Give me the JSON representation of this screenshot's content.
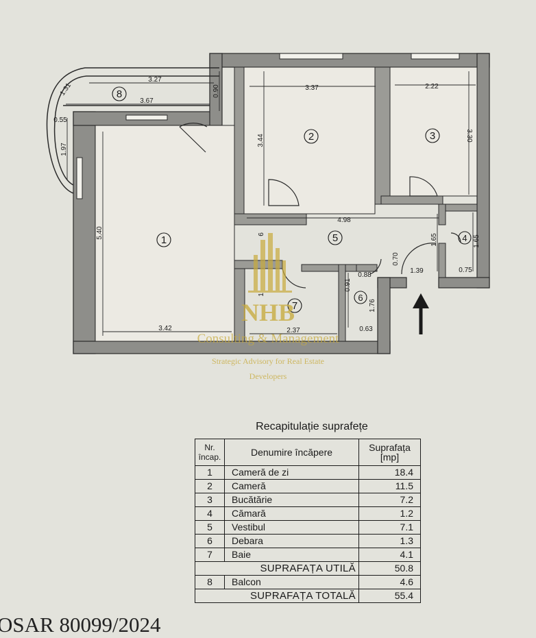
{
  "plan": {
    "rooms": [
      {
        "number": "1"
      },
      {
        "number": "2"
      },
      {
        "number": "3"
      },
      {
        "number": "4"
      },
      {
        "number": "5"
      },
      {
        "number": "6"
      },
      {
        "number": "7"
      },
      {
        "number": "8"
      }
    ],
    "dimensions": [
      "3.27",
      "0.90",
      "3.67",
      "1.31",
      "0.55",
      "1.97",
      "3.37",
      "3.44",
      "2.22",
      "3.30",
      "5.40",
      "4.98",
      "1.65",
      "1.65",
      "0.75",
      "1.39",
      "0.70",
      "0.88",
      "0.91",
      "1.76",
      "0.63",
      "2.37",
      "3.42",
      "6",
      "1"
    ]
  },
  "watermark": {
    "logo_text": "NHB",
    "line1": "Consulting & Management",
    "line2": "Strategic Advisory for Real Estate",
    "line3": "Developers"
  },
  "summary": {
    "title": "Recapitulație suprafețe",
    "headers": {
      "nr": "Nr. încap.",
      "name": "Denumire încăpere",
      "area": "Suprafața [mp]"
    },
    "rows": [
      {
        "nr": "1",
        "name": "Cameră de zi",
        "area": "18.4"
      },
      {
        "nr": "2",
        "name": "Cameră",
        "area": "11.5"
      },
      {
        "nr": "3",
        "name": "Bucătărie",
        "area": "7.2"
      },
      {
        "nr": "4",
        "name": "Cămară",
        "area": "1.2"
      },
      {
        "nr": "5",
        "name": "Vestibul",
        "area": "7.1"
      },
      {
        "nr": "6",
        "name": "Debara",
        "area": "1.3"
      },
      {
        "nr": "7",
        "name": "Baie",
        "area": "4.1"
      }
    ],
    "useful": {
      "label": "SUPRAFAȚA UTILĂ",
      "value": "50.8"
    },
    "balcony": {
      "nr": "8",
      "name": "Balcon",
      "area": "4.6"
    },
    "total": {
      "label": "SUPRAFAȚA TOTALĂ",
      "value": "55.4"
    }
  },
  "reference": "OSAR 80099/2024"
}
